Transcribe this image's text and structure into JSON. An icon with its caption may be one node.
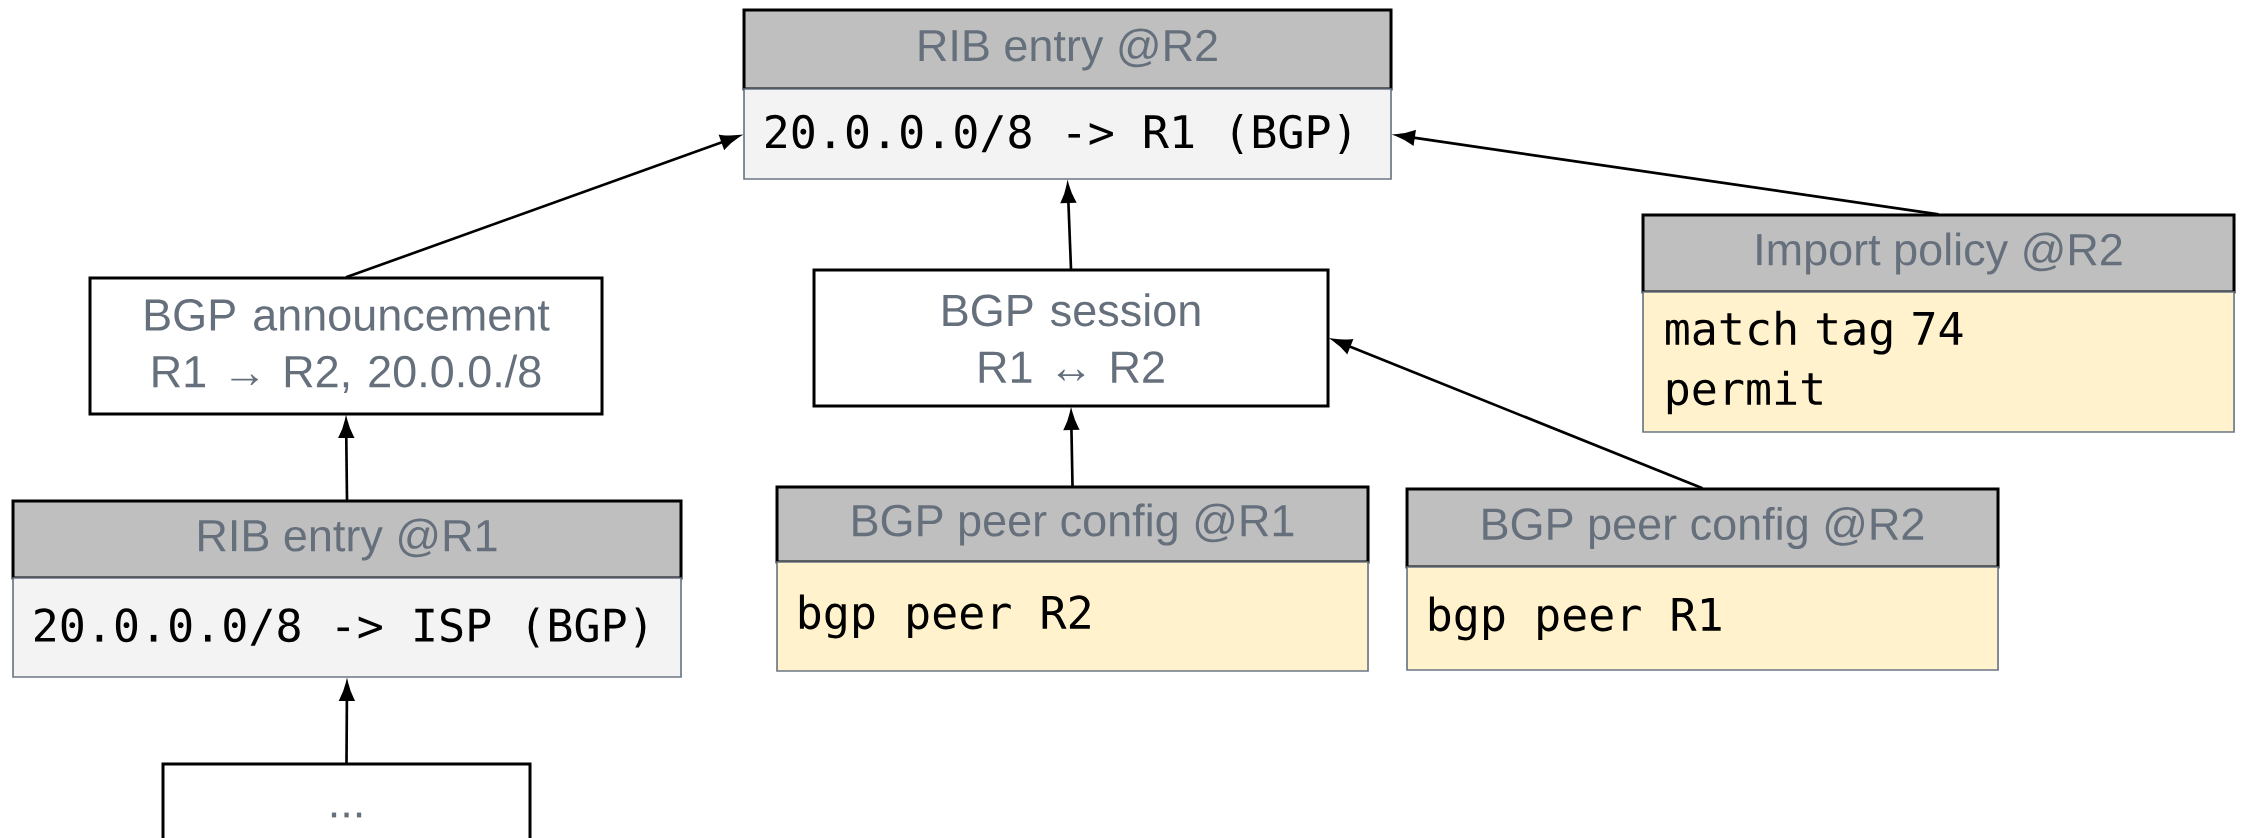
{
  "diagram": {
    "nodes": [
      {
        "text": [
          "RIB entry @R2",
          "20.0.0.0/8 -> R1 (BGP)"
        ]
      },
      {
        "text": [
          "BGP announcement R1 → R2, 20.0.0./8"
        ]
      },
      {
        "text": [
          "BGP session R1 ↔ R2"
        ]
      },
      {
        "text": [
          "Import policy @R2",
          "match tag 74 permit"
        ]
      },
      {
        "text": [
          "RIB entry @R1",
          "20.0.0.0/8 -> ISP (BGP)"
        ]
      },
      {
        "text": [
          "BGP peer config @R1",
          "bgp peer R2"
        ]
      },
      {
        "text": [
          "BGP peer config @R2",
          "bgp peer R1"
        ]
      },
      {
        "text": [
          "..."
        ]
      }
    ],
    "edges": [
      {
        "from": 1,
        "to": 0,
        "arrow": "to"
      },
      {
        "from": 2,
        "to": 0,
        "arrow": "to"
      },
      {
        "from": 3,
        "to": 0,
        "arrow": "to"
      },
      {
        "from": 4,
        "to": 1,
        "arrow": "to"
      },
      {
        "from": 5,
        "to": 2,
        "arrow": "to"
      },
      {
        "from": 6,
        "to": 2,
        "arrow": "to"
      },
      {
        "from": 7,
        "to": 4,
        "arrow": "to"
      }
    ]
  }
}
